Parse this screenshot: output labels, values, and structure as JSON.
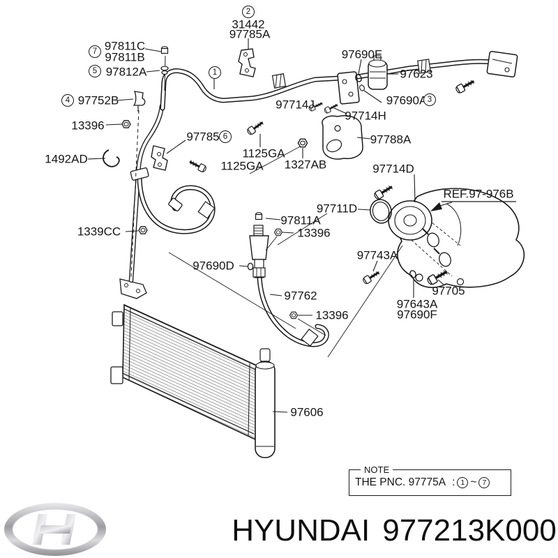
{
  "diagram": {
    "circled_numbers": [
      "1",
      "2",
      "3",
      "4",
      "5",
      "6",
      "7"
    ],
    "labels": [
      {
        "text": "97811C"
      },
      {
        "text": "97811B"
      },
      {
        "text": "97812A"
      },
      {
        "text": "31442"
      },
      {
        "text": "97785A"
      },
      {
        "text": "97752B"
      },
      {
        "text": "13396"
      },
      {
        "text": "97785"
      },
      {
        "text": "1492AD"
      },
      {
        "text": "97690E"
      },
      {
        "text": "97623"
      },
      {
        "text": "97690A"
      },
      {
        "text": "97714J"
      },
      {
        "text": "97714H"
      },
      {
        "text": "97788A"
      },
      {
        "text": "1125GA"
      },
      {
        "text": "1125GA"
      },
      {
        "text": "1327AB"
      },
      {
        "text": "97714D"
      },
      {
        "text": "REF.97-976B"
      },
      {
        "text": "97711D"
      },
      {
        "text": "97811A"
      },
      {
        "text": "13396"
      },
      {
        "text": "1339CC"
      },
      {
        "text": "97743A"
      },
      {
        "text": "97690D"
      },
      {
        "text": "97705"
      },
      {
        "text": "97643A"
      },
      {
        "text": "97690F"
      },
      {
        "text": "97762"
      },
      {
        "text": "13396"
      },
      {
        "text": "97606"
      }
    ],
    "note": {
      "title": "NOTE",
      "text": "THE PNC. 97775A",
      "colon": ":",
      "from": "1",
      "tilde": "~",
      "to": "7"
    }
  },
  "footer": {
    "brand": "HYUNDAI",
    "part_number": "977213K000",
    "logo": "hyundai-logo"
  },
  "colors": {
    "line": "#1a1a1a",
    "background": "#ffffff",
    "logo_silver": "#a8a8ac"
  }
}
